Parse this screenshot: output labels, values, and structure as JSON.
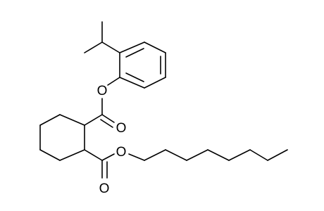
{
  "atoms": {
    "ester_oxygen_upper": "O",
    "carbonyl_oxygen_upper": "O",
    "ester_oxygen_lower": "O",
    "carbonyl_oxygen_lower": "O"
  },
  "colors": {
    "bond": "#000000",
    "label": "#000000",
    "background": "#ffffff"
  }
}
